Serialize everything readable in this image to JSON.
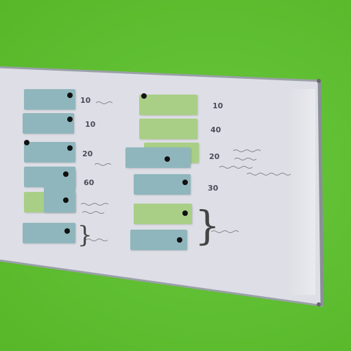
{
  "scene": {
    "wall_color": "#5cc22b",
    "board_color": "#dedfe6",
    "note_colors": {
      "blue": "#8fb6bd",
      "green": "#a9cf86"
    }
  },
  "left_notes": [
    {
      "text": ""
    },
    {
      "text": ""
    },
    {
      "text": ""
    },
    {
      "text": ""
    },
    {
      "text": ""
    },
    {
      "text": ""
    }
  ],
  "middle_notes": [
    {
      "text": ""
    },
    {
      "text": ""
    },
    {
      "text": ""
    },
    {
      "text": ""
    },
    {
      "text": ""
    },
    {
      "text": ""
    }
  ],
  "handwriting": {
    "col1": [
      "10",
      "10",
      "20",
      "60"
    ],
    "col2": [
      "10",
      "40",
      "20",
      "30"
    ]
  }
}
